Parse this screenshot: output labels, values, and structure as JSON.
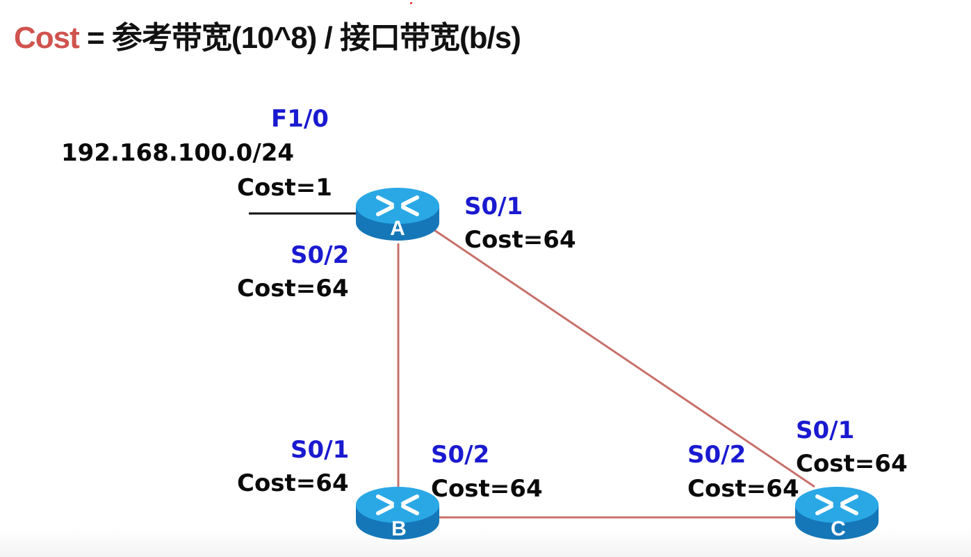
{
  "formula": {
    "cost_word": "Cost",
    "rest": " = 参考带宽(10^8) / 接口带宽(b/s)",
    "cost_color": "#d0534e"
  },
  "network": {
    "label": "192.168.100.0/24",
    "interface": "F1/0",
    "cost": "Cost=1"
  },
  "routers": [
    {
      "name": "A",
      "interfaces": [
        {
          "id": "F1/0",
          "cost": "Cost=1"
        },
        {
          "id": "S0/1",
          "cost": "Cost=64"
        },
        {
          "id": "S0/2",
          "cost": "Cost=64"
        }
      ]
    },
    {
      "name": "B",
      "interfaces": [
        {
          "id": "S0/1",
          "cost": "Cost=64"
        },
        {
          "id": "S0/2",
          "cost": "Cost=64"
        }
      ]
    },
    {
      "name": "C",
      "interfaces": [
        {
          "id": "S0/1",
          "cost": "Cost=64"
        },
        {
          "id": "S0/2",
          "cost": "Cost=64"
        }
      ]
    }
  ],
  "links": [
    {
      "from": "A",
      "to": "B",
      "color": "#c8706a"
    },
    {
      "from": "A",
      "to": "C",
      "color": "#c8706a"
    },
    {
      "from": "B",
      "to": "C",
      "color": "#c8706a"
    }
  ],
  "colors": {
    "interface_label": "#1a1ad0",
    "cost_label": "#0a0a0a",
    "router_top": "#2aa8e6",
    "router_side": "#1577b8"
  }
}
